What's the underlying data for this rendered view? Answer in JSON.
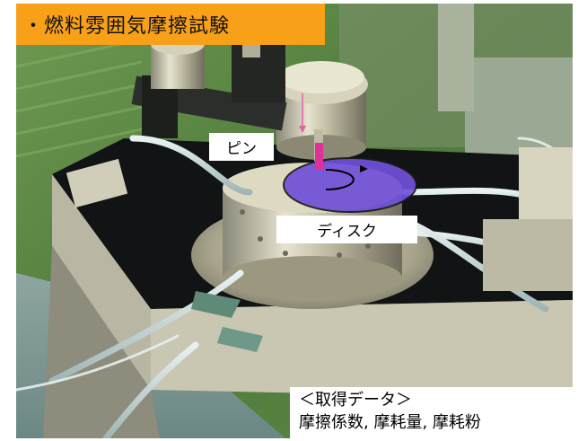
{
  "title": "・燃料雰囲気摩擦試験",
  "labels": {
    "pin": "ピン",
    "disk": "ディスク"
  },
  "data_box": {
    "heading": "＜取得データ＞",
    "items": "摩擦係数, 摩耗量, 摩耗粉"
  },
  "colors": {
    "title_bg": "#f8a018",
    "pin_marker": "#e0309a",
    "disk_ellipse": "#7050d8"
  },
  "icons": [
    "arrow-down-icon",
    "rotation-arrow-icon"
  ]
}
